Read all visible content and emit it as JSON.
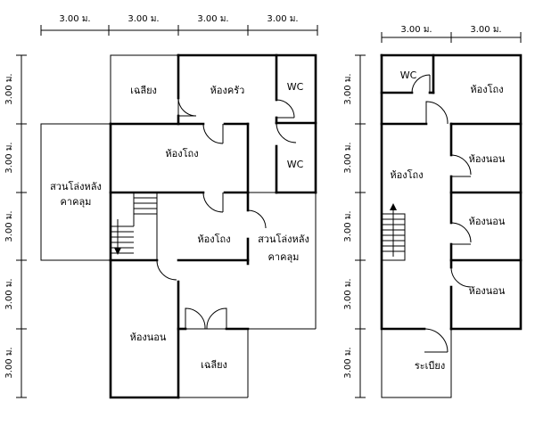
{
  "dimensions": {
    "top_left": [
      "3.00 ม.",
      "3.00 ม.",
      "3.00 ม.",
      "3.00 ม."
    ],
    "top_right": [
      "3.00 ม.",
      "3.00 ม."
    ],
    "left": [
      "3.00 ม.",
      "3.00 ม.",
      "3.00 ม.",
      "3.00 ม.",
      "3.00 ม."
    ],
    "right": [
      "3.00 ม.",
      "3.00 ม.",
      "3.00 ม.",
      "3.00 ม.",
      "3.00 ม."
    ]
  },
  "ground_floor": {
    "rooms": {
      "terrace_top": "เฉลียง",
      "kitchen": "ห้องครัว",
      "wc_1": "WC",
      "wc_2": "WC",
      "hall_1": "ห้องโถง",
      "covered_garden_left_1": "สวนโล่งหลัง",
      "covered_garden_left_2": "คาคลุม",
      "hall_2": "ห้องโถง",
      "covered_garden_right_1": "สวนโล่งหลัง",
      "covered_garden_right_2": "คาคลุม",
      "bedroom": "ห้องนอน",
      "terrace_bottom": "เฉลียง"
    }
  },
  "upper_floor": {
    "rooms": {
      "wc": "WC",
      "hall_top": "ห้องโถง",
      "hall": "ห้องโถง",
      "bedroom_1": "ห้องนอน",
      "bedroom_2": "ห้องนอน",
      "bedroom_3": "ห้องนอน",
      "balcony": "ระเบียง"
    }
  }
}
